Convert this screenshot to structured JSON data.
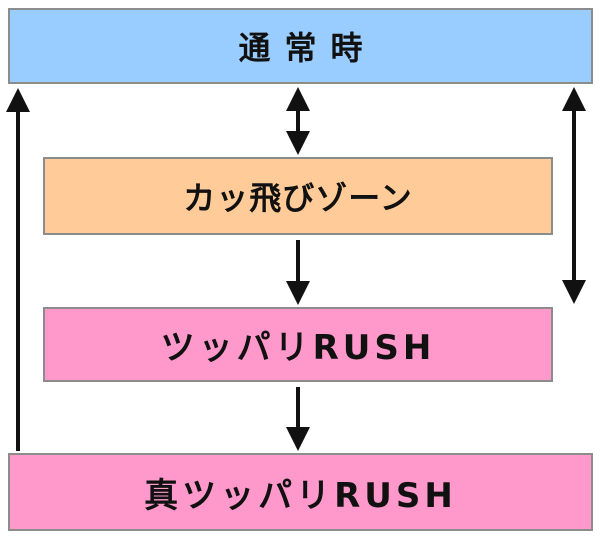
{
  "nodes": {
    "normal": {
      "label": "通常時",
      "color": "#99ccff"
    },
    "zone": {
      "label": "カッ飛びゾーン",
      "color": "#ffcc99"
    },
    "rush": {
      "label": "ツッパリRUSH",
      "color": "#ff99cc"
    },
    "true_rush": {
      "label": "真ツッパリRUSH",
      "color": "#ff99cc"
    }
  },
  "edges": [
    {
      "from": "normal",
      "to": "zone",
      "direction": "both"
    },
    {
      "from": "zone",
      "to": "rush",
      "direction": "forward"
    },
    {
      "from": "rush",
      "to": "true_rush",
      "direction": "forward"
    },
    {
      "from": "true_rush",
      "to": "normal",
      "direction": "forward"
    },
    {
      "from": "normal",
      "to": "rush",
      "direction": "both"
    }
  ]
}
